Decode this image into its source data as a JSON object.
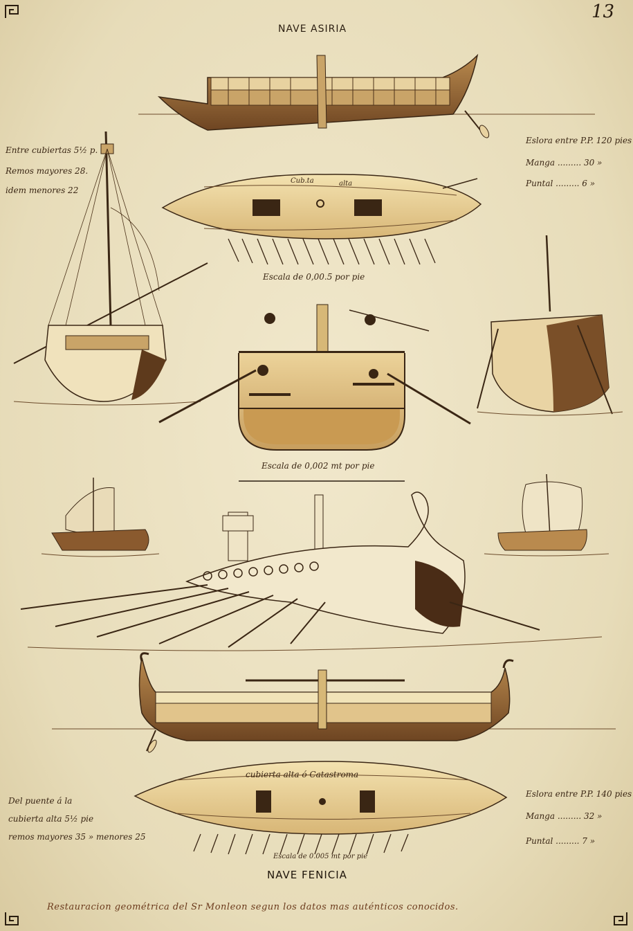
{
  "page_number": "13",
  "top_title": "NAVE ASIRIA",
  "bottom_title": "NAVE FENICIA",
  "caption": "Restauracion geométrica del Sr Monleon segun los datos mas auténticos conocidos.",
  "assyrian": {
    "left_notes": [
      "Entre cubiertas 5½ p.",
      "Remos mayores 28.",
      "idem menores 22"
    ],
    "right_notes": [
      "Eslora entre P.P. 120 pies",
      "Manga ......... 30 »",
      "Puntal ......... 6 »"
    ],
    "deck_labels": [
      "Cub.ta",
      "alta"
    ],
    "scale_plan": "Escala de 0,00.5 por pie",
    "scale_section": "Escala de 0,002 mt por pie"
  },
  "phoenician": {
    "left_notes": [
      "Del puente á la",
      "cubierta alta 5½ pie",
      "remos mayores 35 » menores 25"
    ],
    "right_notes": [
      "Eslora entre P.P. 140 pies",
      "Manga ......... 32 »",
      "Puntal ......... 7 »"
    ],
    "deck_label": "cubierta alta ó Catastroma",
    "scale_plan": "Escala de 0.005 mt por pie"
  }
}
